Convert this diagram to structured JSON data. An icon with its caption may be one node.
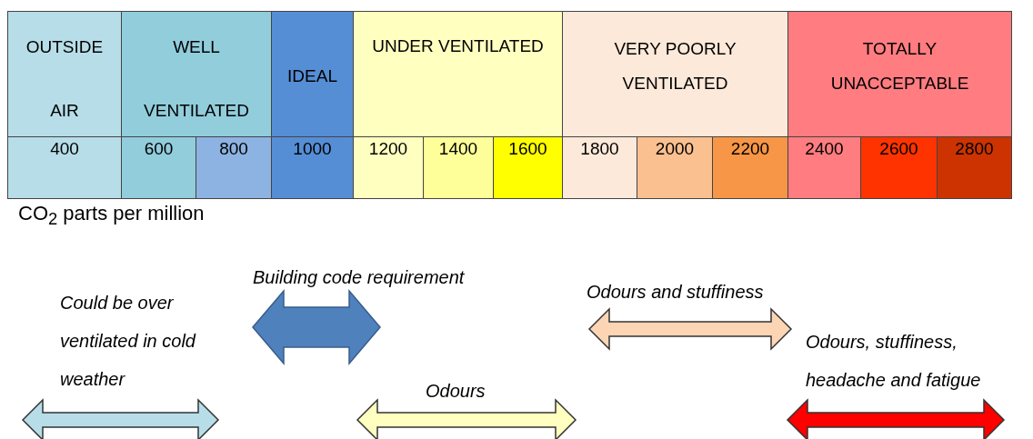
{
  "diagram": {
    "labels": [
      "OUTSIDE AIR",
      "WELL VENTILATED",
      "IDEAL",
      "UNDER VENTILATED",
      "VERY POORLY VENTILATED",
      "TOTALLY UNACCEPTABLE",
      "400",
      "600",
      "800",
      "1000",
      "1200",
      "1400",
      "1600",
      "1800",
      "2000",
      "2200",
      "2400",
      "2600",
      "2800",
      "CO$_{2}$ parts per million",
      "Building code requirement",
      "Odours and stuffiness",
      "Could be over ventilated in cold weather",
      "Odours, stuffiness, headache and fatigue",
      "Odours"
    ]
  }
}
